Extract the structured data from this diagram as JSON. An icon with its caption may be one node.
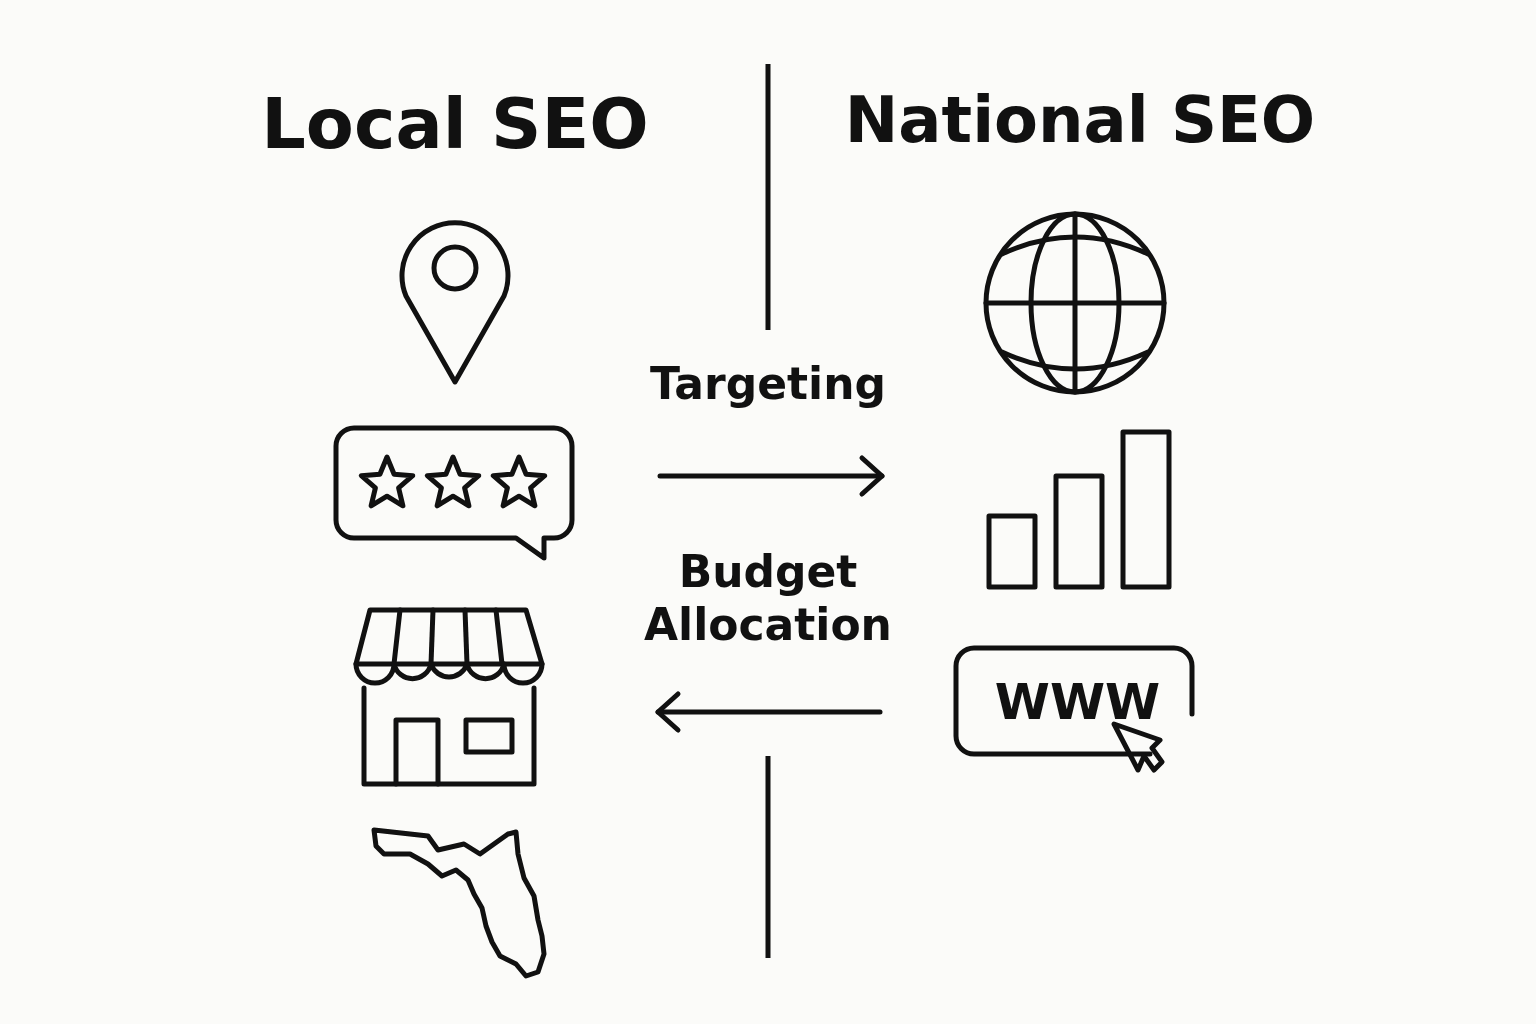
{
  "diagram": {
    "labels": [
      "Local SEO",
      "National SEO",
      "Targeting",
      "Budget Allocation",
      "WWW"
    ]
  }
}
